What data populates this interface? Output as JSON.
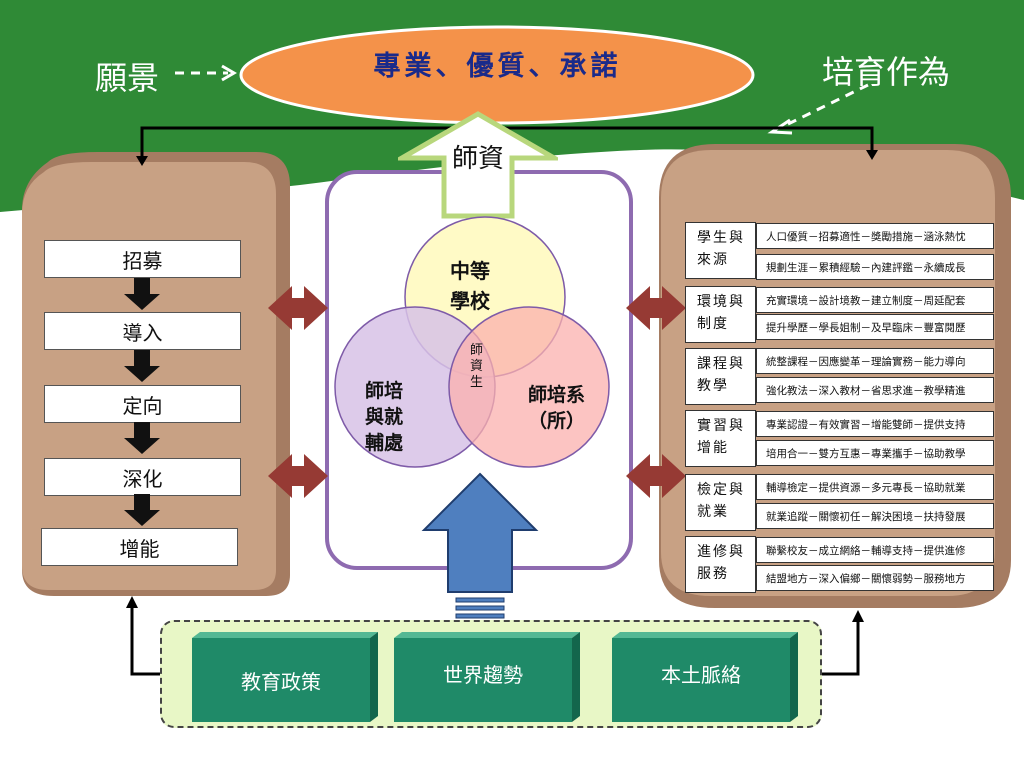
{
  "vision": {
    "label": "願景",
    "oval_text": "專業、優質、承諾",
    "cultivation_label": "培育作為"
  },
  "up_arrow_label": "師資",
  "flow": {
    "steps": [
      "招募",
      "導入",
      "定向",
      "深化",
      "增能"
    ]
  },
  "venn": {
    "top": "中等\n學校",
    "left": "師培\n與就\n輔處",
    "right": "師培系\n（所）",
    "center": "師\n資\n生"
  },
  "categories": [
    {
      "label": "學生與\n來源",
      "items": [
        "人口優質－招募適性－獎勵措施－涵泳熱忱",
        "規劃生涯－累積經驗－內建評鑑－永續成長"
      ]
    },
    {
      "label": "環境與\n制度",
      "items": [
        "充實環境－設計境教－建立制度－周延配套",
        "提升學歷－學長姐制－及早臨床－豐富閱歷"
      ]
    },
    {
      "label": "課程與\n教學",
      "items": [
        "統整課程－因應變革－理論實務－能力導向",
        "強化教法－深入教材－省思求進－教學精進"
      ]
    },
    {
      "label": "實習與\n增能",
      "items": [
        "專業認證－有效實習－增能雙師－提供支持",
        "培用合一－雙方互惠－專業攜手－協助教學"
      ]
    },
    {
      "label": "檢定與\n就業",
      "items": [
        "輔導檢定－提供資源－多元專長－協助就業",
        "就業追蹤－關懷初任－解決困境－扶持發展"
      ]
    },
    {
      "label": "進修與\n服務",
      "items": [
        "聯繫校友－成立網絡－輔導支持－提供進修",
        "結盟地方－深入偏鄉－關懷弱勢－服務地方"
      ]
    }
  ],
  "foundation": [
    "教育政策",
    "世界趨勢",
    "本土脈絡"
  ],
  "colors": {
    "green_band": "#2f8a36",
    "oval": "#f4924a",
    "oval_text": "#1a2a8a",
    "panel": "#c8a184",
    "panel_dark": "#a57c62",
    "double_arrow": "#963a34",
    "blue_arrow": "#4f7fbf",
    "base_box": "#1f8a68",
    "base_frame": "#e8f7c6",
    "venn_top": "#fffac0",
    "venn_left": "#d7c2e6",
    "venn_right": "#fbb0ae"
  }
}
